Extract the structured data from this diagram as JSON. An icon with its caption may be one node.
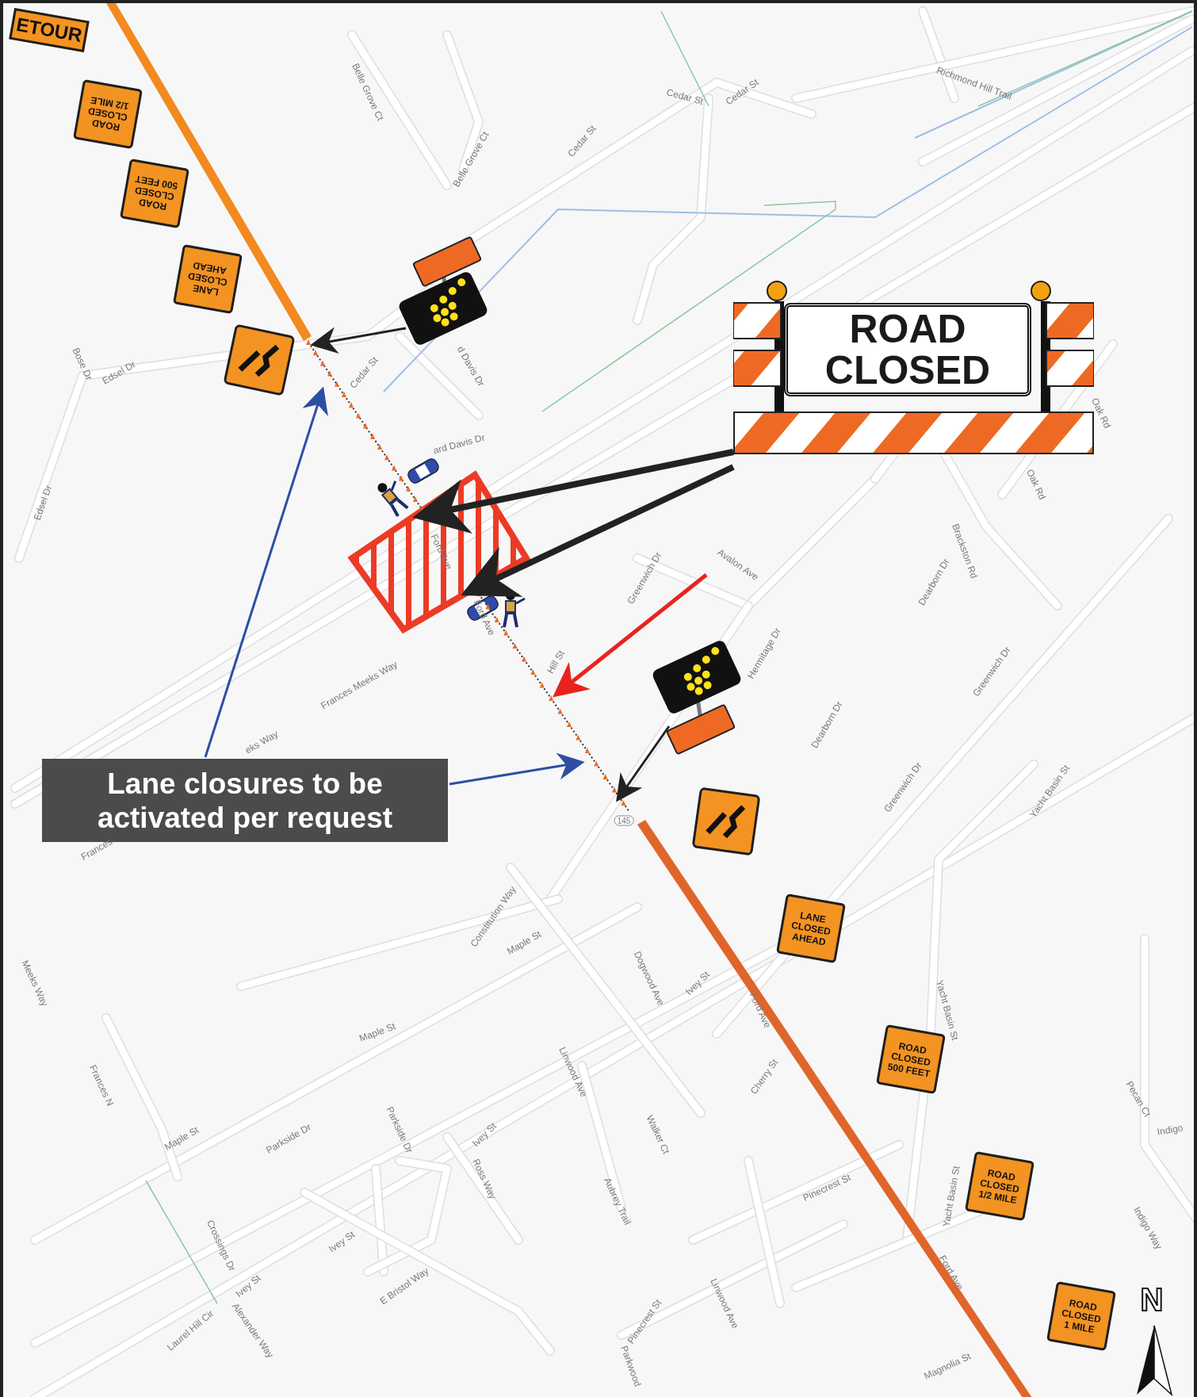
{
  "diagram": {
    "nodes": [
      {
        "text": [
          "ETOUR"
        ]
      },
      {
        "text": [
          "ROAD CLOSED 1/2 MILE"
        ]
      },
      {
        "text": [
          "ROAD CLOSED 500 FEET"
        ]
      },
      {
        "text": [
          "LANE CLOSED AHEAD"
        ]
      },
      {
        "text": [],
        "shape": "box"
      },
      {
        "text": [],
        "shape": "picture"
      },
      {
        "text": [
          "ROAD CLOSED"
        ]
      },
      {
        "text": [],
        "shape": "box"
      },
      {
        "text": [],
        "shape": "picture"
      },
      {
        "text": [
          "Lane closures to be activated per request"
        ]
      },
      {
        "text": [],
        "shape": "box"
      },
      {
        "text": [
          "LANE CLOSED AHEAD"
        ]
      },
      {
        "text": [
          "ROAD CLOSED 500 FEET"
        ]
      },
      {
        "text": [
          "ROAD CLOSED 1/2 MILE"
        ]
      },
      {
        "text": [
          "ROAD CLOSED 1 MILE"
        ]
      },
      {
        "text": [],
        "shape": "cones"
      },
      {
        "text": [],
        "shape": "cones"
      }
    ],
    "edges": [
      {
        "from": 5,
        "to": 15,
        "arrow": "to"
      },
      {
        "from": 6,
        "to": 7,
        "arrow": "to",
        "style": "thick"
      },
      {
        "from": 6,
        "to": 7,
        "arrow": "to",
        "style": "thick"
      },
      {
        "from": 9,
        "to": 15,
        "arrow": "to",
        "color": "#2e4ea3"
      },
      {
        "from": 9,
        "to": 16,
        "arrow": "to",
        "color": "#2e4ea3"
      },
      {
        "from": 8,
        "to": 16,
        "arrow": "to"
      }
    ],
    "labels": [
      "Belle Grove Ct",
      "Belle Grove Ct",
      "Cedar St",
      "Cedar St",
      "Cedar St",
      "Richmond Hill Trail",
      "Cedar St",
      "d Davis Dr",
      "Bose Dr",
      "Edsel Dr",
      "ard Davis Dr",
      "Oak Rd",
      "Edsel Dr",
      "Oak Rd",
      "Ford Ave",
      "Greenwich Dr",
      "Avalon Ave",
      "Brackston Rd",
      "Dearborn Dr",
      "Ford Ave",
      "Hermitage Dr",
      "Hill St",
      "Greenwich Dr",
      "Frances Meeks Way",
      "Dearborn Dr",
      "eks Way",
      "Greenwich Dr",
      "Yacht Basin St",
      "Frances",
      "145",
      "Constitution Way",
      "Maple St",
      "Dogwood Ave",
      "Ivey St",
      "Meeks Way",
      "Ford Ave",
      "Maple St",
      "Linwood Ave",
      "Cherry St",
      "Yacht Basin St",
      "Pecan Ct",
      "Indigo",
      "Frances N",
      "Maple St",
      "Parkside Dr",
      "Parkside Dr",
      "Ivey St",
      "Ross Way",
      "Walker Ct",
      "Aubrey Trail",
      "Pinecrest St",
      "Yacht Basin St",
      "Indigo Way",
      "Crossings Dr",
      "Ivey St",
      "Ivey St",
      "E Bristol Way",
      "Laurel Hill Cir",
      "Alexander Way",
      "Linwood Ave",
      "Pinecrest St",
      "Ford Ave",
      "N",
      "Magnolia St",
      "Parkwood"
    ]
  }
}
